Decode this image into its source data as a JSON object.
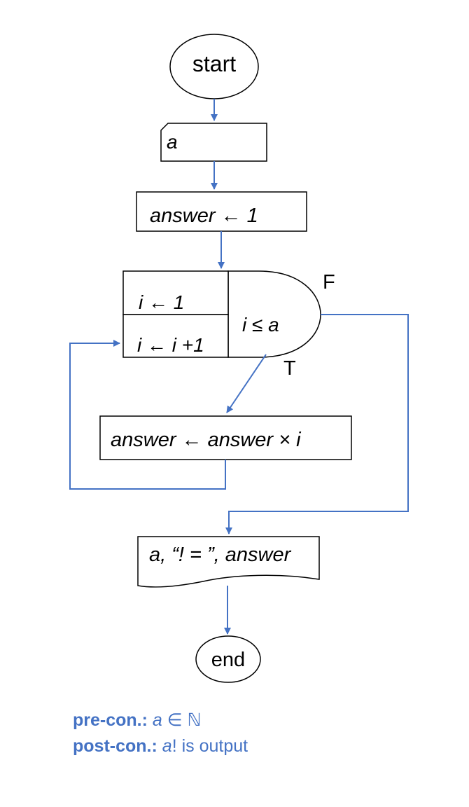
{
  "flowchart": {
    "start": "start",
    "input": "a",
    "init": "answer ← 1",
    "loop_init": "i ← 1",
    "loop_step": "i ← i +1",
    "condition": "i ≤ a",
    "false_label": "F",
    "true_label": "T",
    "body": "answer ← answer × i",
    "output": "a, “! = ”, answer",
    "end": "end"
  },
  "conditions": {
    "pre_label": "pre-con.:",
    "pre_var": "a",
    "pre_rest": " ∈ ℕ",
    "post_label": "post-con.:",
    "post_var": "a",
    "post_rest": "! is output"
  },
  "colors": {
    "arrow": "#4472c4",
    "outline": "#000000",
    "conditions_text": "#4472c4"
  }
}
